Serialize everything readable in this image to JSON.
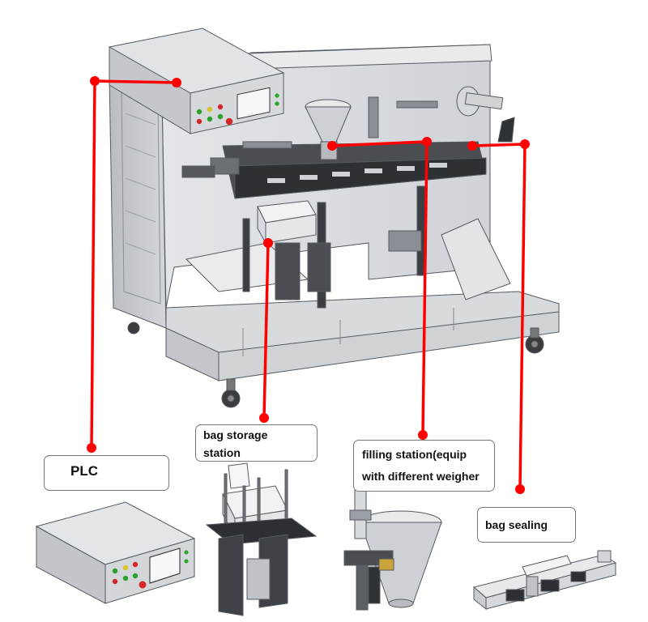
{
  "callouts": {
    "plc": {
      "label": "PLC"
    },
    "bag_storage": {
      "line1": "bag storage",
      "line2": "station"
    },
    "filling": {
      "line1": "filling station(equip",
      "line2": "with different weigher"
    },
    "bag_sealing": {
      "label": "bag sealing"
    }
  },
  "colors": {
    "leader_line": "#ff0000",
    "machine_panel": "#d9dcdf",
    "machine_dark": "#2a2d30",
    "machine_outline": "#555a60"
  },
  "icons": [
    "plc-cabinet-icon",
    "bag-storage-station-icon",
    "filling-station-icon",
    "bag-sealing-icon"
  ]
}
